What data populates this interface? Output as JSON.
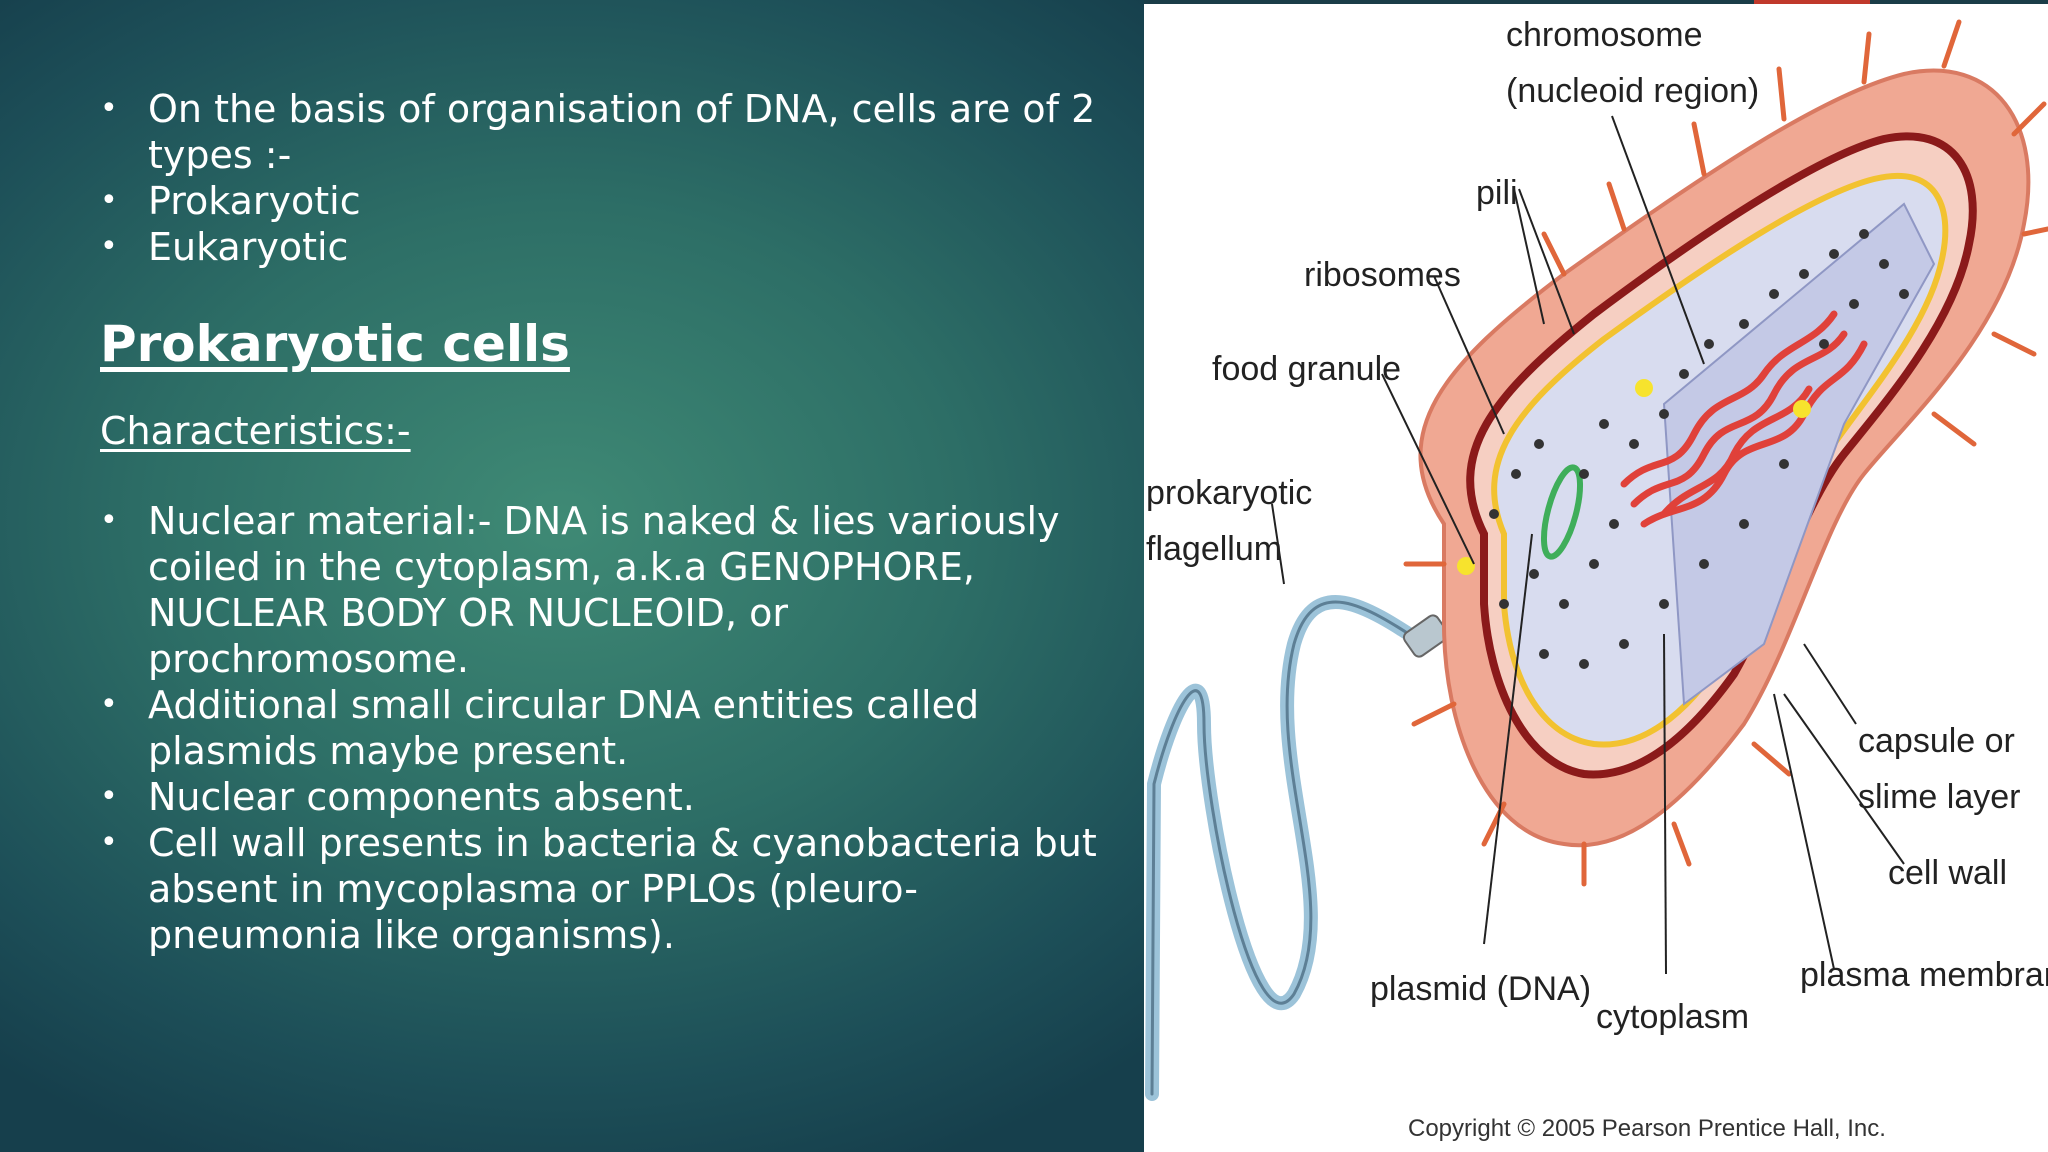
{
  "intro_bullets": [
    "On the basis of organisation of DNA, cells are of 2 types :-",
    "Prokaryotic",
    "Eukaryotic"
  ],
  "heading": "Prokaryotic cells",
  "subheading": "Characteristics:-",
  "characteristics": [
    "Nuclear material:- DNA is naked & lies variously coiled in the cytoplasm, a.k.a GENOPHORE, NUCLEAR BODY OR NUCLEOID, or prochromosome.",
    "Additional small circular DNA entities called plasmids maybe present.",
    "Nuclear components absent.",
    "Cell wall presents in bacteria & cyanobacteria but absent in mycoplasma or PPLOs (pleuro-pneumonia like organisms)."
  ],
  "figure": {
    "labels": {
      "chromosome_1": "chromosome",
      "chromosome_2": "(nucleoid region)",
      "pili": "pili",
      "ribosomes": "ribosomes",
      "food_granule": "food granule",
      "flagellum_1": "prokaryotic",
      "flagellum_2": "flagellum",
      "capsule_1": "capsule or",
      "capsule_2": "slime layer",
      "cell_wall": "cell wall",
      "plasma_membrane": "plasma membrane",
      "plasmid": "plasmid (DNA)",
      "cytoplasm": "cytoplasm"
    },
    "copyright": "Copyright © 2005 Pearson Prentice Hall, Inc.",
    "colors": {
      "capsule": "#f0a893",
      "cell_wall": "#8b1a1a",
      "membrane": "#f2c230",
      "cytoplasm": "#d8dcef",
      "chromosome": "#e0413a",
      "plasmid": "#3fae5a",
      "flagellum": "#9cc3d9"
    }
  }
}
